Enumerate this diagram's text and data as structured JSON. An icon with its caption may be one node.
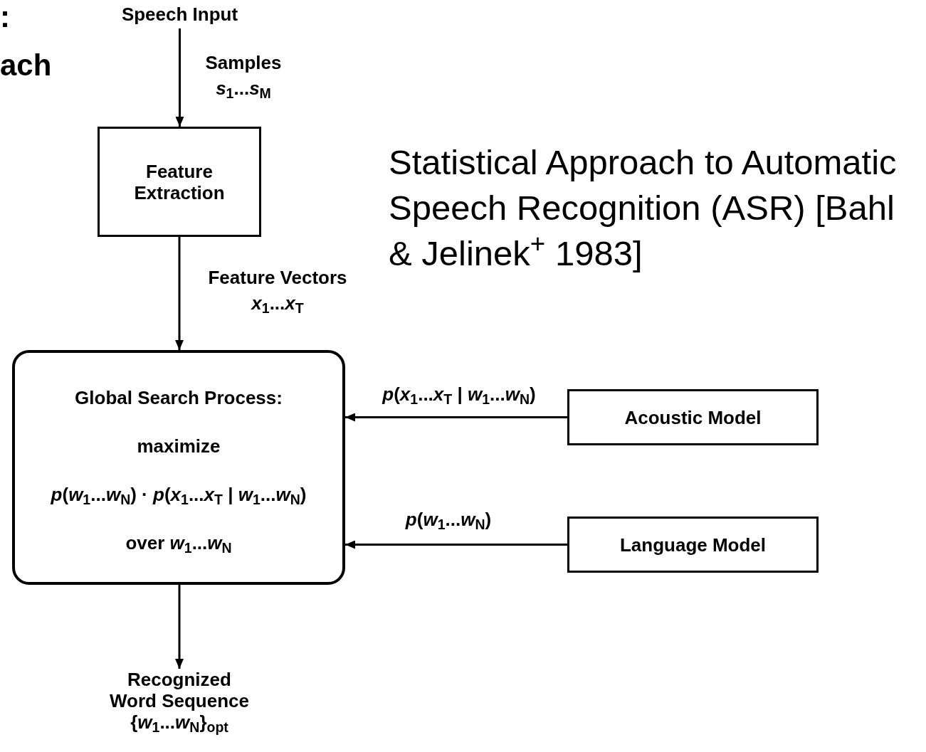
{
  "diagram": {
    "title": "Statistical Approach to Automatic Speech Recognition (ASR) [Bahl & Jelinek$^{+}$ 1983]",
    "nodes": [
      {
        "text": [
          "Speech Input"
        ]
      },
      {
        "text": [
          "Feature Extraction"
        ]
      },
      {
        "text": [
          "Global Search Process:",
          "maximize",
          "*p*(*w*$_{1}$...*w*$_{N}$) · *p*(*x*$_{1}$...*x*$_{T}$ | *w*$_{1}$...*w*$_{N}$)",
          "over *w*$_{1}$...*w*$_{N}$"
        ]
      },
      {
        "text": [
          "Acoustic Model"
        ]
      },
      {
        "text": [
          "Language Model"
        ]
      },
      {
        "text": [
          "Recognized Word Sequence",
          "{*w*$_{1}$...*w*$_{N}$}$_{opt}$"
        ]
      }
    ],
    "edges": [
      {
        "from": 0,
        "to": 1,
        "arrow": "to",
        "label": "Samples *s*$_{1}$...*s*$_{M}$"
      },
      {
        "from": 1,
        "to": 2,
        "arrow": "to",
        "label": "Feature Vectors *x*$_{1}$...*x*$_{T}$"
      },
      {
        "from": 3,
        "to": 2,
        "arrow": "to",
        "label": "*p*(*x*$_{1}$...*x*$_{T}$ | *w*$_{1}$...*w*$_{N}$)"
      },
      {
        "from": 4,
        "to": 2,
        "arrow": "to",
        "label": "*p*(*w*$_{1}$...*w*$_{N}$)"
      },
      {
        "from": 2,
        "to": 5,
        "arrow": "to"
      }
    ],
    "labels": [
      ":",
      "ach"
    ]
  }
}
